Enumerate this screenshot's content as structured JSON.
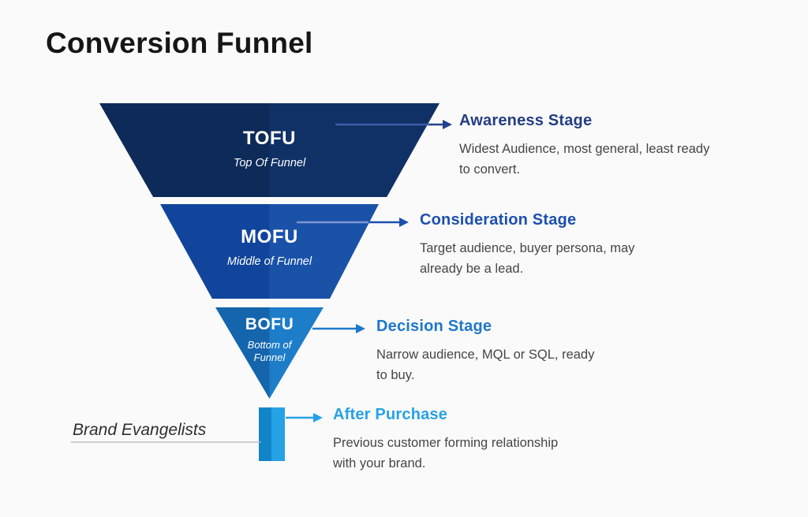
{
  "title": "Conversion Funnel",
  "funnel": {
    "segments": [
      {
        "abbr": "TOFU",
        "label_lines": [
          "Top Of Funnel"
        ],
        "color_left": "#0d2a58",
        "color_right": "#103166"
      },
      {
        "abbr": "MOFU",
        "label_lines": [
          "Middle of Funnel"
        ],
        "color_left": "#11459b",
        "color_right": "#1a52a8"
      },
      {
        "abbr": "BOFU",
        "label_lines": [
          "Bottom of",
          "Funnel"
        ],
        "color_left": "#1565ad",
        "color_right": "#1e7dc9"
      }
    ],
    "evangelist_bar": {
      "color_left": "#1285c8",
      "color_right": "#25a2e4"
    },
    "evangelist_label": "Brand Evangelists"
  },
  "stages": [
    {
      "name": "Awareness Stage",
      "color": "#243e83",
      "desc_lines": [
        "Widest Audience, most general, least ready",
        "to convert."
      ]
    },
    {
      "name": "Consideration Stage",
      "color": "#1c50ae",
      "desc_lines": [
        "Target audience, buyer persona, may",
        "already be a lead."
      ]
    },
    {
      "name": "Decision Stage",
      "color": "#1e78c8",
      "desc_lines": [
        "Narrow audience, MQL or SQL, ready",
        "to buy."
      ]
    },
    {
      "name": "After Purchase",
      "color": "#27a2e4",
      "desc_lines": [
        "Previous customer forming relationship",
        "with your brand."
      ]
    }
  ],
  "icons": {
    "arrow_right": "→"
  }
}
